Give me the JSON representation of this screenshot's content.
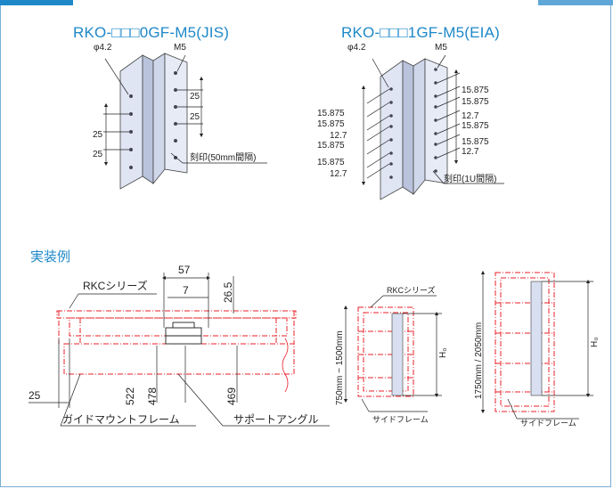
{
  "titles": {
    "jis": "RKO-□□□0GF-M5(JIS)",
    "eia": "RKO-□□□1GF-M5(EIA)"
  },
  "jis_labels": {
    "hole_dia": "φ4.2",
    "screw": "M5",
    "pitch_right_1": "25",
    "pitch_right_2": "25",
    "pitch_left_1": "25",
    "pitch_left_2": "25",
    "marking": "刻印(50mm間隔)"
  },
  "eia_labels": {
    "hole_dia": "φ4.2",
    "screw": "M5",
    "left_pitches": [
      "15.875",
      "15.875",
      "12.7",
      "15.875",
      "15.875",
      "12.7"
    ],
    "right_pitches": [
      "15.875",
      "15.875",
      "12.7",
      "15.875",
      "15.875",
      "12.7"
    ],
    "marking": "刻印(1U間隔)"
  },
  "section_title": "実装例",
  "example": {
    "rkc_label": "RKCシリーズ",
    "dim_57": "57",
    "dim_7": "7",
    "dim_265": "26.5",
    "dim_522": "522",
    "dim_478": "478",
    "dim_469": "469",
    "dim_25": "25",
    "guide_frame": "ガイドマウントフレーム",
    "support_angle": "サポートアングル"
  },
  "side1": {
    "rkc_label": "RKCシリーズ",
    "height": "750mm ~ 1500mm",
    "h0": "H₀",
    "side_frame": "サイドフレーム"
  },
  "side2": {
    "height": "1750mm / 2050mm",
    "h0": "H₀",
    "side_frame": "サイドフレーム"
  },
  "colors": {
    "accent": "#1e88c8",
    "frame_red": "#e8202a",
    "part_fill": "#d8dff0"
  }
}
